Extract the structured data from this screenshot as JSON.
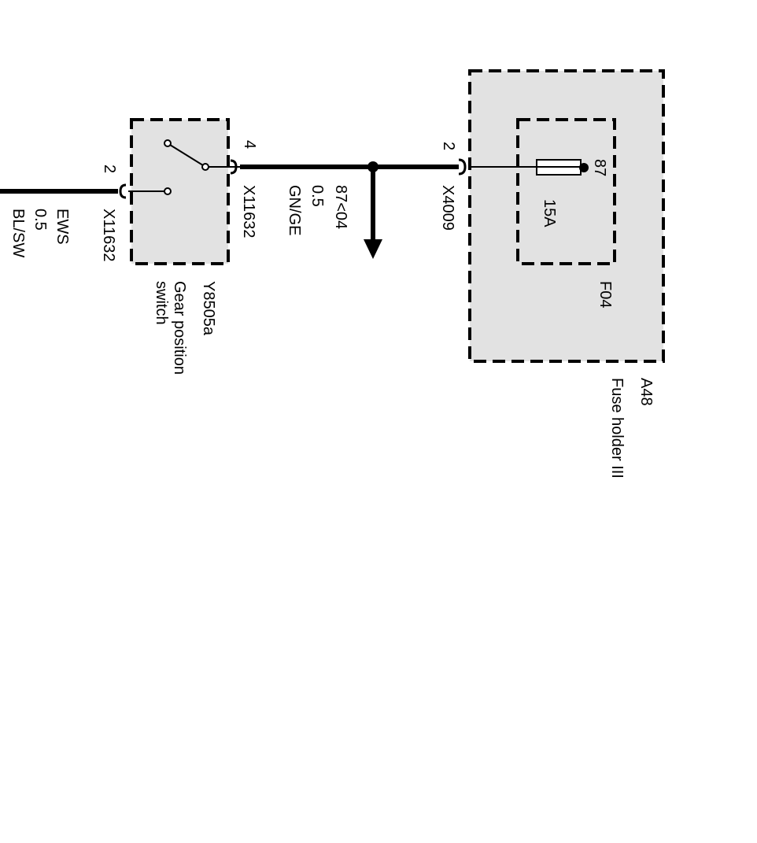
{
  "fuse_holder": {
    "id": "A48",
    "name": "Fuse holder III",
    "fuse": {
      "id": "F04",
      "rating": "15A",
      "pin": "87"
    },
    "connector": {
      "id": "X4009",
      "pin": "2"
    }
  },
  "wire_main": {
    "circuit": "87<04",
    "size": "0.5",
    "color": "GN/GE"
  },
  "switch": {
    "id": "Y8505a",
    "name_line1": "Gear position",
    "name_line2": "switch",
    "connector_top": {
      "id": "X11632",
      "pin": "4"
    },
    "connector_bottom": {
      "id": "X11632",
      "pin": "2"
    }
  },
  "wire_out": {
    "circuit": "EWS",
    "size": "0.5",
    "color": "BL/SW"
  },
  "colors": {
    "component_fill": "#e2e2e2",
    "line": "#000000"
  }
}
